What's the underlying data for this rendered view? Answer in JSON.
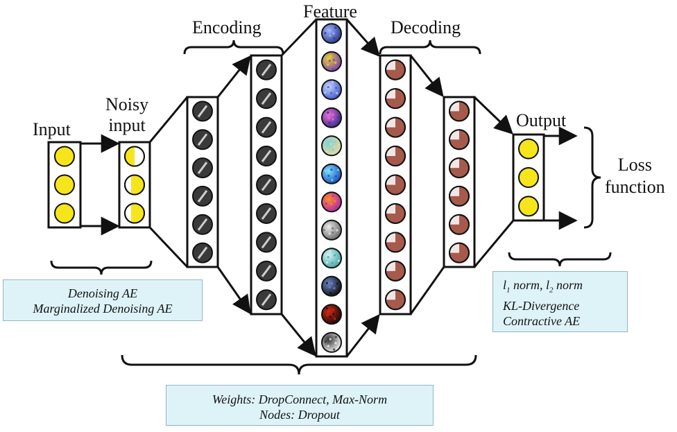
{
  "labels": {
    "input": "Input",
    "noisy_input_line1": "Noisy",
    "noisy_input_line2": "input",
    "encoding": "Encoding",
    "feature": "Feature",
    "decoding": "Decoding",
    "output": "Output",
    "loss_line1": "Loss",
    "loss_line2": "function"
  },
  "notes": {
    "input_reg": [
      "Denoising AE",
      "Marginalized Denoising AE"
    ],
    "loss_reg_line1": "norm,",
    "loss_reg_line2": "KL-Divergence",
    "loss_reg_line3": "Contractive AE",
    "l1_base": "l",
    "l1_sub": "1",
    "l2_base": "l",
    "l2_sub": "2",
    "l2_suffix": "norm",
    "weights_reg": [
      "Weights: DropConnect, Max-Norm",
      "Nodes: Dropout"
    ]
  },
  "colors": {
    "input_node": "#f7e51b",
    "hidden_node": "#3a3a3a",
    "decode_node": "#a65a4c",
    "note_bg": "#def3f8",
    "line": "#111111"
  },
  "layers": {
    "input_nodes": 3,
    "noisy_nodes": 3,
    "encoder1_nodes": 6,
    "encoder2_nodes": 9,
    "feature_nodes": 12,
    "decoder1_nodes": 9,
    "decoder2_nodes": 6,
    "output_nodes": 3
  },
  "feature_icons": [
    "blue-noise",
    "purple-swirl",
    "blue-texture",
    "colorful-noise",
    "pastel-noise",
    "blue-splash",
    "magenta-blob",
    "gray-pattern",
    "teal-speckle",
    "dark-streak",
    "red-fire",
    "white-stripes"
  ]
}
